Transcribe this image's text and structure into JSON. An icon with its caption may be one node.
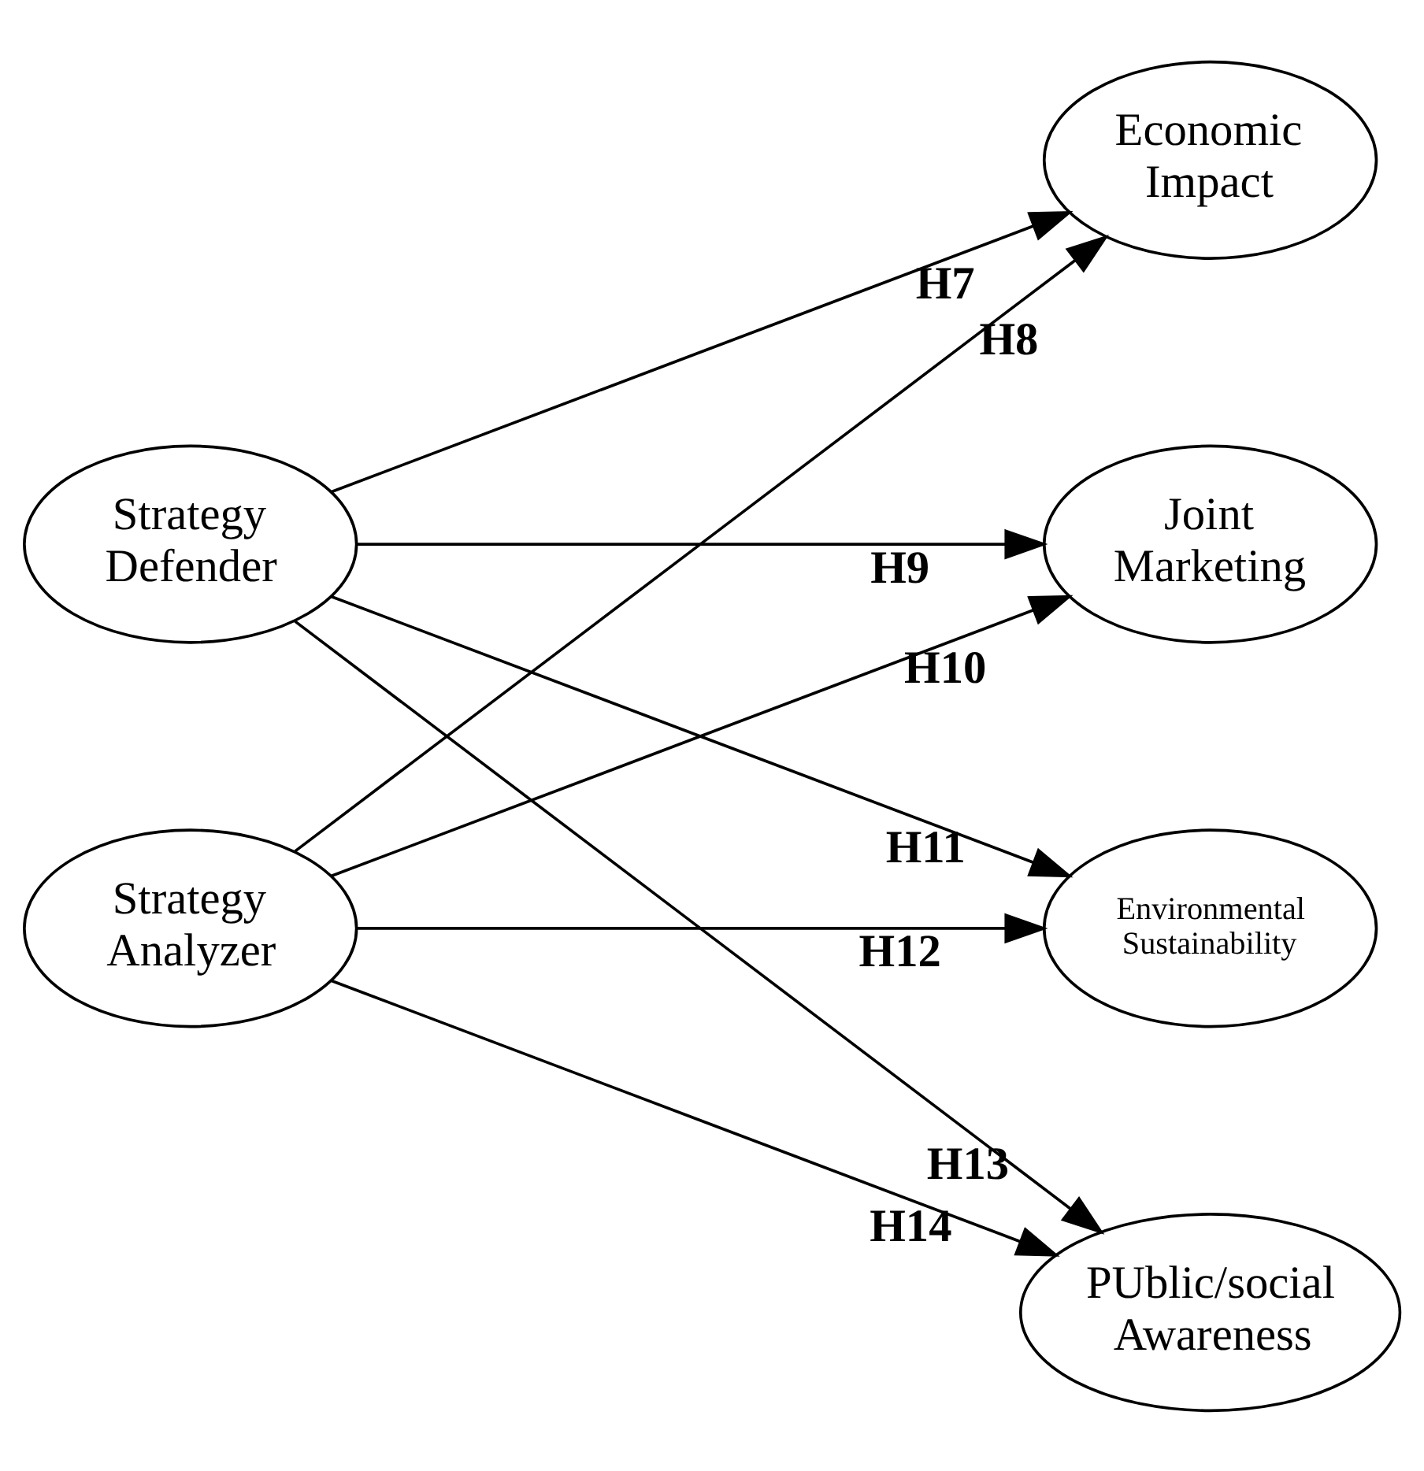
{
  "diagram": {
    "nodes": [
      {
        "text": [
          "Strategy Defender"
        ]
      },
      {
        "text": [
          "Strategy Analyzer"
        ]
      },
      {
        "text": [
          "Economic Impact"
        ]
      },
      {
        "text": [
          "Joint Marketing"
        ]
      },
      {
        "text": [
          "Environmental Sustainability"
        ]
      },
      {
        "text": [
          "PUblic/social Awareness"
        ]
      }
    ],
    "edges": [
      {
        "from": 0,
        "to": 2,
        "arrow": "to",
        "label": "H7"
      },
      {
        "from": 1,
        "to": 2,
        "arrow": "to",
        "label": "H8"
      },
      {
        "from": 0,
        "to": 3,
        "arrow": "to",
        "label": "H9"
      },
      {
        "from": 1,
        "to": 3,
        "arrow": "to",
        "label": "H10"
      },
      {
        "from": 0,
        "to": 4,
        "arrow": "to",
        "label": "H11"
      },
      {
        "from": 1,
        "to": 4,
        "arrow": "to",
        "label": "H12"
      },
      {
        "from": 0,
        "to": 5,
        "arrow": "to",
        "label": "H13"
      },
      {
        "from": 1,
        "to": 5,
        "arrow": "to",
        "label": "H14"
      }
    ]
  }
}
